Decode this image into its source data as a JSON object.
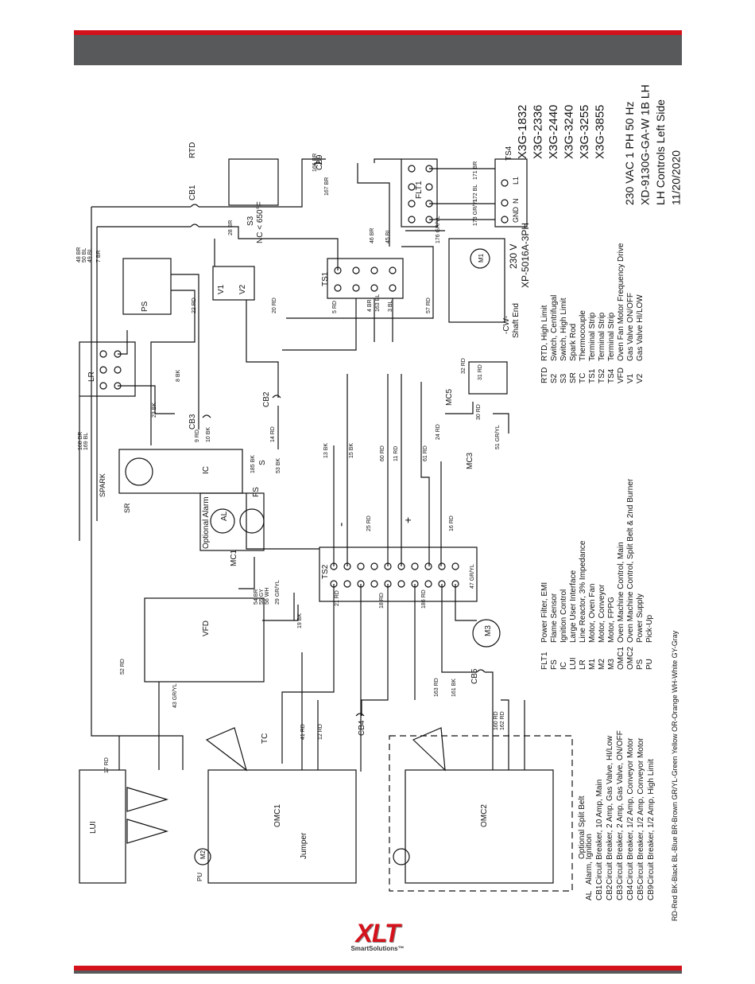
{
  "header": {
    "accent_color": "#d4121b",
    "bar_color": "#58595b"
  },
  "title_block": {
    "models": [
      "X3G-1832",
      "X3G-2336",
      "X3G-2440",
      "X3G-3240",
      "X3G-3255",
      "X3G-3855"
    ],
    "lines": [
      "230 VAC 1 PH 50 Hz",
      "XD-9130G-GA-W 1B LH",
      "LH Controls Left Side",
      "11/20/2020"
    ]
  },
  "abbreviations": [
    {
      "code": "FLT1",
      "desc": "Power Filter, EMI"
    },
    {
      "code": "FS",
      "desc": "Flame Sensor"
    },
    {
      "code": "IC",
      "desc": "Ignition Control"
    },
    {
      "code": "LUI",
      "desc": "Large User Interface"
    },
    {
      "code": "LR",
      "desc": "Line Reactor, 3% Impedance"
    },
    {
      "code": "M1",
      "desc": "Motor, Oven Fan"
    },
    {
      "code": "M2",
      "desc": "Motor, Conveyor"
    },
    {
      "code": "M3",
      "desc": "Motor, FPPG"
    },
    {
      "code": "OMC1",
      "desc": "Oven Machine Control, Main"
    },
    {
      "code": "OMC2",
      "desc": "Oven Machine Control, Split Belt & 2nd Burner"
    },
    {
      "code": "PS",
      "desc": "Power Supply"
    },
    {
      "code": "PU",
      "desc": "Pick-Up"
    },
    {
      "code": "RTD",
      "desc": "RTD, High Limit"
    },
    {
      "code": "S2",
      "desc": "Switch, Centrifugal"
    },
    {
      "code": "S3",
      "desc": "Switch, High Limit"
    },
    {
      "code": "SR",
      "desc": "Spark Rod"
    },
    {
      "code": "TC",
      "desc": "Thermocouple"
    },
    {
      "code": "TS1",
      "desc": "Terminal Strip"
    },
    {
      "code": "TS2",
      "desc": "Terminal Strip"
    },
    {
      "code": "TS4",
      "desc": "Terminal Strip"
    },
    {
      "code": "VFD",
      "desc": "Oven Fan Motor Frequency Drive"
    },
    {
      "code": "V1",
      "desc": "Gas Valve ON/OFF"
    },
    {
      "code": "V2",
      "desc": "Gas Valve HI/LOW"
    }
  ],
  "breakers": [
    {
      "code": "AL",
      "desc": "Alarm, Ignition"
    },
    {
      "code": "CB1",
      "desc": "Circuit Breaker, 10 Amp, Main"
    },
    {
      "code": "CB2",
      "desc": "Circuit Breaker, 2 Amp, Gas Valve, HI/Low"
    },
    {
      "code": "CB3",
      "desc": "Circuit Breaker, 2 Amp, Gas Valve, ON/OFF"
    },
    {
      "code": "CB4",
      "desc": "Circuit Breaker, 1/2 Amp, Conveyor Motor"
    },
    {
      "code": "CB5",
      "desc": "Circuit Breaker, 1/2 Amp, Conveyor Motor"
    },
    {
      "code": "CB9",
      "desc": "Circuit Breaker, 1/2 Amp, High Limit"
    }
  ],
  "colors_line": "RD-Red   BK-Black   BL-Blue   BR-Brown   GR/YL-Green Yellow   OR-Orange   WH-White   GY-Gray",
  "components": {
    "lui": "LUI",
    "omc1": "OMC1",
    "omc2": "OMC2",
    "vfd": "VFD",
    "ic": "IC",
    "ts2": "TS2",
    "ts1": "TS1",
    "ts4": "TS4",
    "flt1": "FLT1",
    "lr": "LR",
    "ps": "PS",
    "rtd": "RTD",
    "s3": "S3",
    "s3_desc": "NC < 650°F",
    "sr": "SR",
    "fs": "FS",
    "al": "AL",
    "optional_alarm": "Optional Alarm",
    "optional_split_belt": "Optional Split Belt",
    "m1": "M1",
    "m2": "M2",
    "m3": "M3",
    "mc1": "MC1",
    "mc3": "MC3",
    "mc5": "MC5",
    "tc": "TC",
    "pu": "PU",
    "v1": "V1",
    "v2": "V2",
    "cb1": "CB1",
    "cb2": "CB2",
    "cb3": "CB3",
    "cb4": "CB4",
    "cb5": "CB5",
    "cb9": "CB9",
    "s": "S",
    "spark": "SPARK",
    "plus": "+",
    "minus": "-",
    "jumper": "Jumper",
    "motor_voltage": "230 V",
    "motor_model": "XP-5016A-3PH",
    "motor_rotation": "-CW-",
    "motor_shaft": "Shaft End",
    "l1": "L1",
    "n": "N",
    "gnd": "GND"
  },
  "wires": [
    "166 BR",
    "167 BR",
    "28 BR",
    "46 BR",
    "45 BL",
    "176 GR/YL",
    "171 BR",
    "172 BL",
    "173 GR/YL",
    "48 BR",
    "50 BL",
    "49 BL",
    "7 BR",
    "22 RD",
    "20 RD",
    "5 RD",
    "4 BR",
    "163 BL",
    "3 BL",
    "57 RD",
    "8 BK",
    "23 BK",
    "9 RD",
    "10 BK",
    "14 RD",
    "13 BK",
    "15 BK",
    "60 RD",
    "11 RD",
    "61 RD",
    "24 RD",
    "31 RD",
    "30 RD",
    "51 GR/YL",
    "32 RD",
    "168 BR",
    "169 BL",
    "185 BK",
    "53 BK",
    "25 RD",
    "16 RD",
    "54 BR",
    "55 GY",
    "56 WH",
    "29 GR/YL",
    "19 BK",
    "21 RD",
    "18 RD",
    "186 RD",
    "47 GR/YL",
    "52 RD",
    "43 GR/YL",
    "17 RD",
    "41 RD",
    "12 RD",
    "163 RD",
    "161 BK",
    "160 RD",
    "162 RD"
  ]
}
